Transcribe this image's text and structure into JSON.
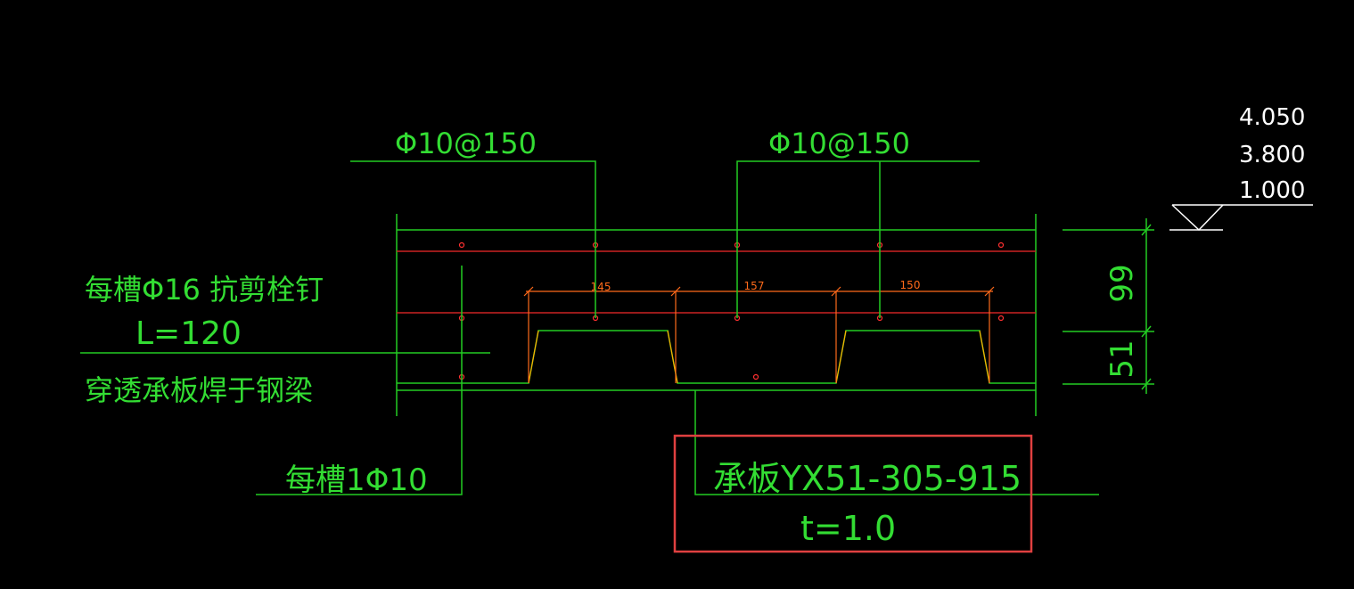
{
  "colors": {
    "background": "#000000",
    "linework": "#22cc22",
    "text": "#33dd33",
    "rebar_lines": "#cc2222",
    "dimension": "#ff6a1a",
    "elevation": "#ffffff",
    "highlight_box": "#e04040"
  },
  "labels": {
    "rebar_left": "Φ10@150",
    "rebar_right": "Φ10@150",
    "stud_line1": "每槽Φ16 抗剪栓钉",
    "stud_line2": "L=120",
    "stud_line3": "穿透承板焊于钢梁",
    "bottom_rebar": "每槽1Φ10",
    "deck_line1": "承板YX51-305-915",
    "deck_line2": "t=1.0"
  },
  "dimensions": {
    "rib_spacing_1": "145",
    "rib_spacing_2": "157",
    "rib_spacing_3": "150",
    "slab_top_depth": "99",
    "deck_depth": "51"
  },
  "elevations": [
    "4.050",
    "3.800",
    "1.000"
  ]
}
